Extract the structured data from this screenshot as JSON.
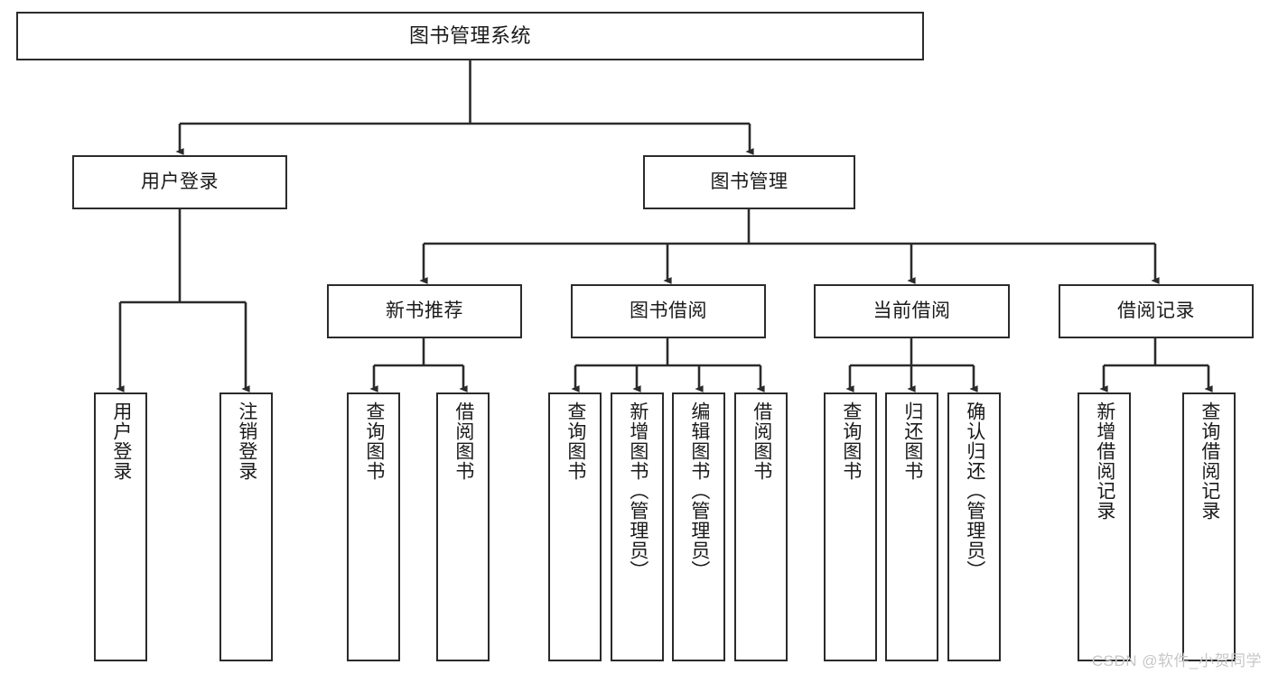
{
  "diagram": {
    "title": "图书管理系统",
    "type": "tree",
    "orientation": "top-down",
    "line_color": "#2b2b2b",
    "box_fill": "#ffffff",
    "text_color": "#1a1a1a",
    "watermark": "CSDN @软件_小贺同学",
    "nodes": {
      "root": {
        "label": "图书管理系统"
      },
      "level2": [
        {
          "label": "用户登录"
        },
        {
          "label": "图书管理"
        }
      ],
      "level3": [
        {
          "label": "新书推荐"
        },
        {
          "label": "图书借阅"
        },
        {
          "label": "当前借阅"
        },
        {
          "label": "借阅记录"
        }
      ],
      "leaves_user_login": [
        {
          "label": "用户登录"
        },
        {
          "label": "注销登录"
        }
      ],
      "leaves_new_book": [
        {
          "label": "查询图书"
        },
        {
          "label": "借阅图书"
        }
      ],
      "leaves_borrow": [
        {
          "label": "查询图书"
        },
        {
          "label": "新增图书（管理员）"
        },
        {
          "label": "编辑图书（管理员）"
        },
        {
          "label": "借阅图书"
        }
      ],
      "leaves_current": [
        {
          "label": "查询图书"
        },
        {
          "label": "归还图书"
        },
        {
          "label": "确认归还（管理员）"
        }
      ],
      "leaves_records": [
        {
          "label": "新增借阅记录"
        },
        {
          "label": "查询借阅记录"
        }
      ]
    }
  }
}
